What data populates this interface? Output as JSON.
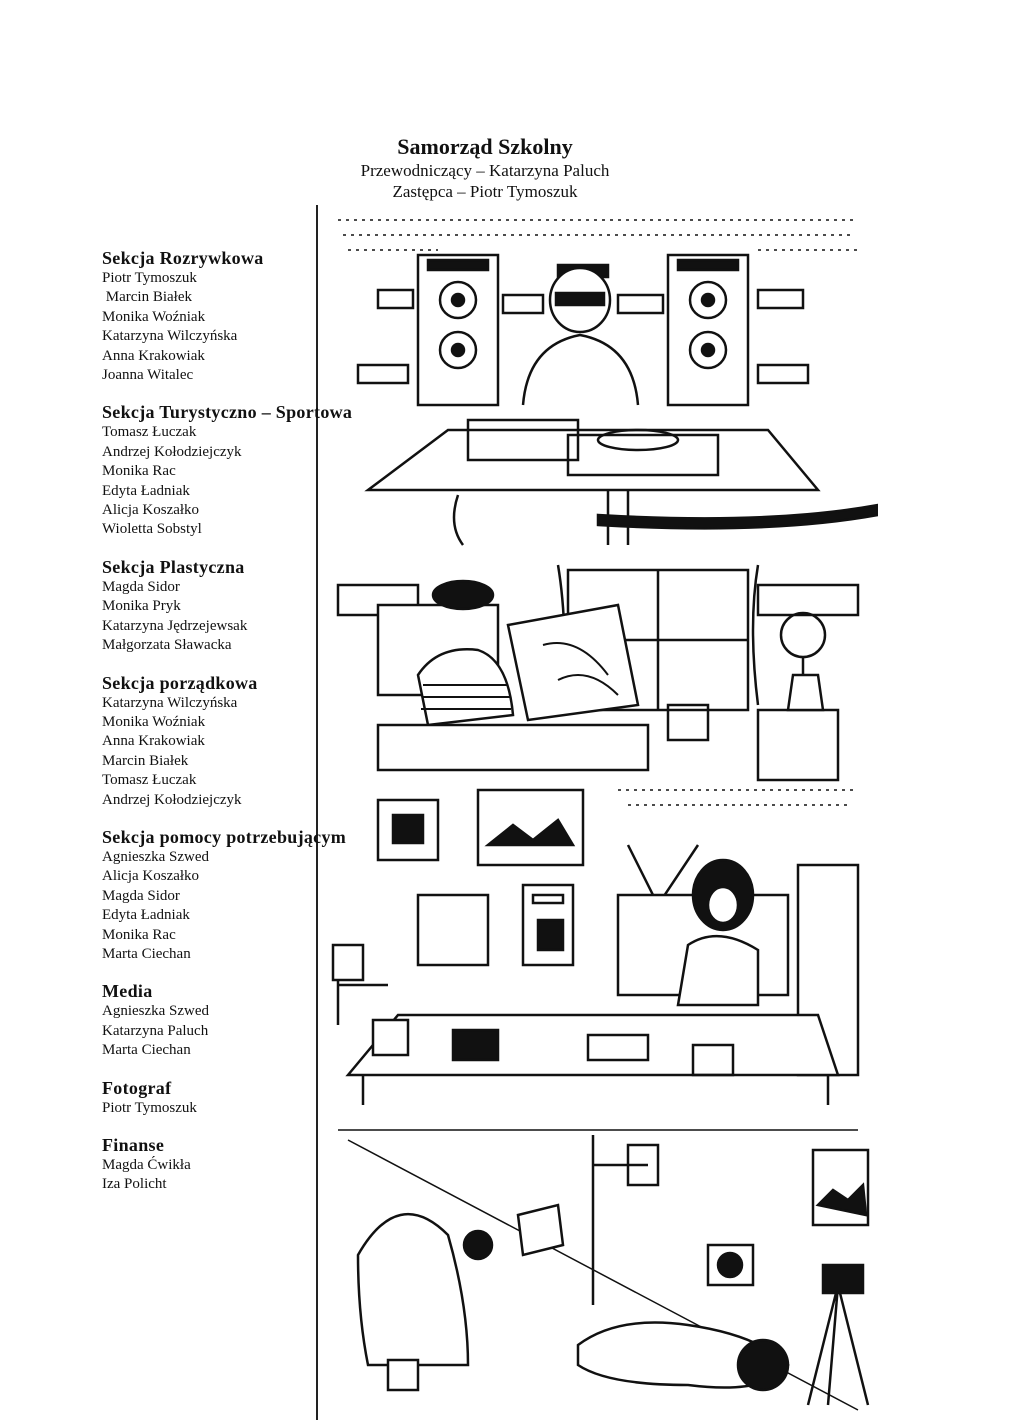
{
  "header": {
    "title": "Samorząd Szkolny",
    "line1": "Przewodniczący – Katarzyna Paluch",
    "line2": "Zastępca – Piotr Tymoszuk"
  },
  "sections": [
    {
      "heading": "Sekcja Rozrywkowa",
      "members": [
        "Piotr Tymoszuk",
        " Marcin Białek",
        "Monika Woźniak",
        "Katarzyna Wilczyńska",
        "Anna Krakowiak",
        "Joanna Witalec"
      ]
    },
    {
      "heading": "Sekcja Turystyczno – Sportowa",
      "members": [
        "Tomasz Łuczak",
        "Andrzej Kołodziejczyk",
        "Monika Rac",
        "Edyta Ładniak",
        "Alicja Koszałko",
        "Wioletta Sobstyl"
      ]
    },
    {
      "heading": "Sekcja Plastyczna",
      "members": [
        "Magda Sidor",
        "Monika Pryk",
        "Katarzyna Jędrzejewsak",
        "Małgorzata Sławacka"
      ]
    },
    {
      "heading": "Sekcja porządkowa",
      "members": [
        "Katarzyna Wilczyńska",
        "Monika Woźniak",
        "Anna Krakowiak",
        "Marcin Białek",
        "Tomasz Łuczak",
        "Andrzej Kołodziejczyk"
      ]
    },
    {
      "heading": "Sekcja pomocy potrzebującym",
      "members": [
        "Agnieszka Szwed",
        "Alicja Koszałko",
        "Magda Sidor",
        "Edyta Ładniak",
        "Monika Rac",
        "Marta Ciechan"
      ]
    },
    {
      "heading": "Media",
      "members": [
        "Agnieszka Szwed",
        "Katarzyna Paluch",
        "Marta Ciechan"
      ]
    },
    {
      "heading": "Fotograf",
      "members": [
        "Piotr Tymoszuk"
      ]
    },
    {
      "heading": "Finanse",
      "members": [
        "Magda Ćwikła",
        "Iza Policht"
      ]
    }
  ],
  "illustration": {
    "scene_icons": [
      "dj-booth-icon",
      "painter-icon",
      "office-desk-icon",
      "photographer-icon"
    ],
    "ink_color": "#111111"
  }
}
